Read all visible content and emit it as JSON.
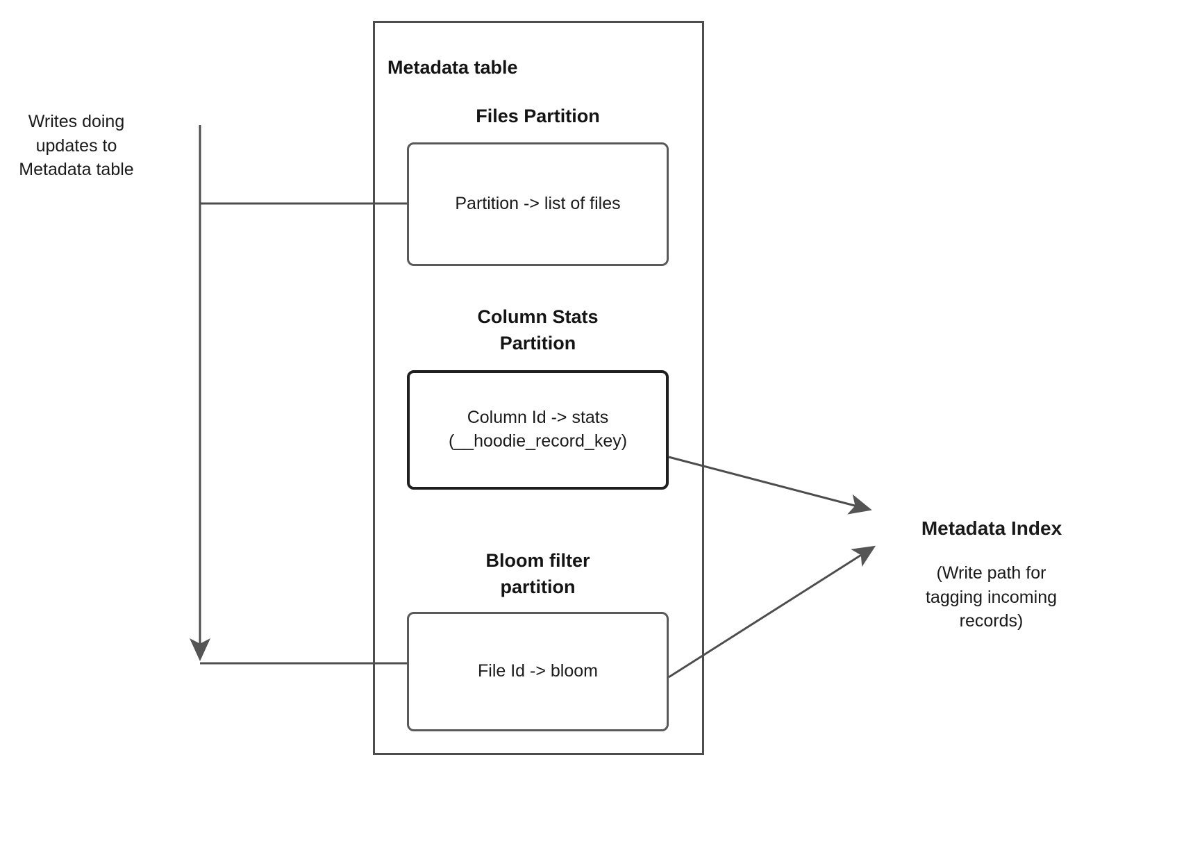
{
  "diagram": {
    "title": "Metadata table",
    "left_note": "Writes doing\nupdates to\nMetadata table",
    "sections": [
      {
        "heading": "Files Partition",
        "box_text": "Partition -> list of files"
      },
      {
        "heading": "Column Stats\nPartition",
        "box_text": "Column Id  -> stats\n(__hoodie_record_key)"
      },
      {
        "heading": "Bloom filter\npartition",
        "box_text": "File Id -> bloom"
      }
    ],
    "right_label": "Metadata Index",
    "right_note": "(Write path for\ntagging incoming\nrecords)",
    "colors": {
      "stroke": "#4d4d4d",
      "stroke_dark": "#1f1f1f",
      "arrowhead": "#555555",
      "text": "#1a1a1a",
      "background": "#ffffff"
    }
  }
}
